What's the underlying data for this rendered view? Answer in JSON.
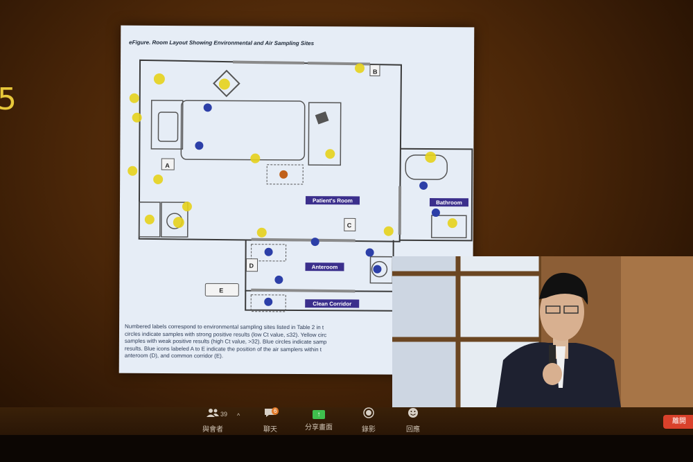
{
  "side_number": "5",
  "slide": {
    "title": "eFigure. Room Layout Showing Environmental and Air Sampling Sites",
    "labels": {
      "patients_room": "Patient's Room",
      "bathroom": "Bathroom",
      "anteroom": "Anteroom",
      "clean_corridor": "Clean Corridor",
      "sampler_a": "A",
      "sampler_b": "B",
      "sampler_c": "C",
      "sampler_d": "D",
      "sampler_e": "E"
    },
    "caption_lines": [
      "Numbered labels correspond to environmental sampling sites listed in Table 2 in t",
      "circles indicate samples with strong positive results (low Ct value, ≤32). Yellow circ",
      "samples with weak positive results (high Ct value, >32). Blue circles indicate samp",
      "results. Blue icons labeled A to E indicate the position of the air samplers within t",
      "anteroom (D), and common corridor (E)."
    ]
  },
  "toolbar": {
    "participants_label": "與會者",
    "participants_count": "39",
    "caret": "^",
    "chat_label": "聊天",
    "chat_badge": "6",
    "share_label": "分享畫面",
    "share_icon": "↑",
    "record_label": "錄影",
    "reactions_label": "回應",
    "end_label": "離開"
  },
  "colors": {
    "strong_positive": "#c0601a",
    "weak_positive": "#e6d21c",
    "negative": "#2c3fa8",
    "label_bg": "#3b2f8c"
  },
  "icons": {
    "participants": "participants-icon",
    "chat": "chat-icon",
    "share": "share-screen-icon",
    "record": "record-icon",
    "reactions": "reactions-icon"
  }
}
